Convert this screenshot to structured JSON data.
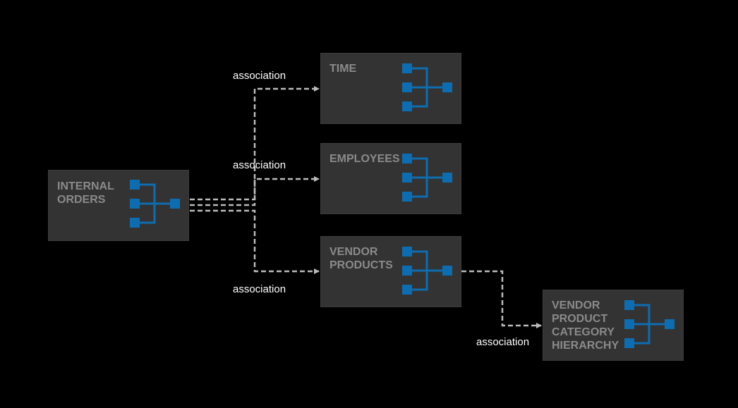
{
  "colors": {
    "background": "#000000",
    "node_fill": "#333333",
    "node_text": "#8a8a8a",
    "icon": "#0e6db0",
    "connector": "#bbbbbb",
    "label": "#ffffff"
  },
  "nodes": {
    "internal_orders": {
      "title": "INTERNAL\nORDERS",
      "icon": "hierarchy-icon"
    },
    "time": {
      "title": "TIME",
      "icon": "hierarchy-icon"
    },
    "employees": {
      "title": "EMPLOYEES",
      "icon": "hierarchy-icon"
    },
    "vendor_products": {
      "title": "VENDOR\nPRODUCTS",
      "icon": "hierarchy-icon"
    },
    "vendor_product_category_hierarchy": {
      "title": "VENDOR\nPRODUCT\nCATEGORY\nHIERARCHY",
      "icon": "hierarchy-icon"
    }
  },
  "associations": [
    {
      "label": "association",
      "from": "INTERNAL ORDERS",
      "to": "TIME"
    },
    {
      "label": "association",
      "from": "INTERNAL ORDERS",
      "to": "EMPLOYEES"
    },
    {
      "label": "association",
      "from": "INTERNAL ORDERS",
      "to": "VENDOR PRODUCTS"
    },
    {
      "label": "association",
      "from": "VENDOR PRODUCTS",
      "to": "VENDOR PRODUCT CATEGORY HIERARCHY"
    }
  ]
}
